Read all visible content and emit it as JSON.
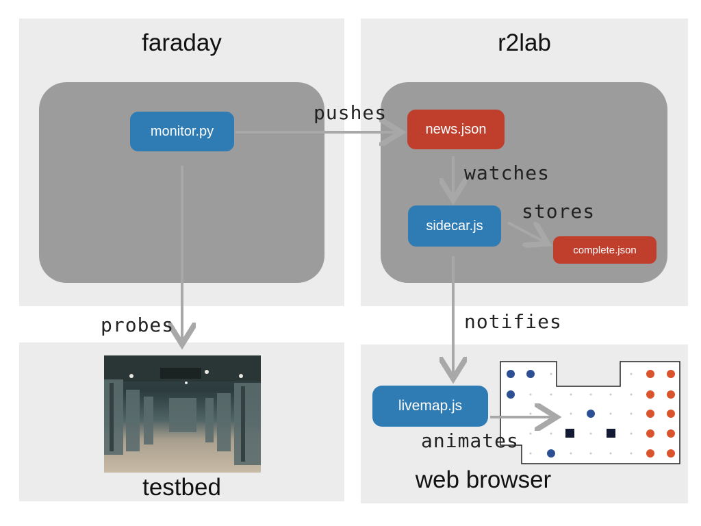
{
  "panels": {
    "faraday": "faraday",
    "r2lab": "r2lab",
    "testbed": "testbed",
    "browser": "web browser"
  },
  "nodes": {
    "monitor": "monitor.py",
    "news": "news.json",
    "sidecar": "sidecar.js",
    "complete": "complete.json",
    "livemap": "livemap.js"
  },
  "edges": {
    "pushes": "pushes",
    "watches": "watches",
    "stores": "stores",
    "probes": "probes",
    "notifies": "notifies",
    "animates": "animates"
  },
  "colors": {
    "panel": "#ececec",
    "host": "#9b9c9b",
    "blue_node": "#2f7bb3",
    "red_node": "#bf3f2c",
    "arrow": "#a8a8a8"
  }
}
